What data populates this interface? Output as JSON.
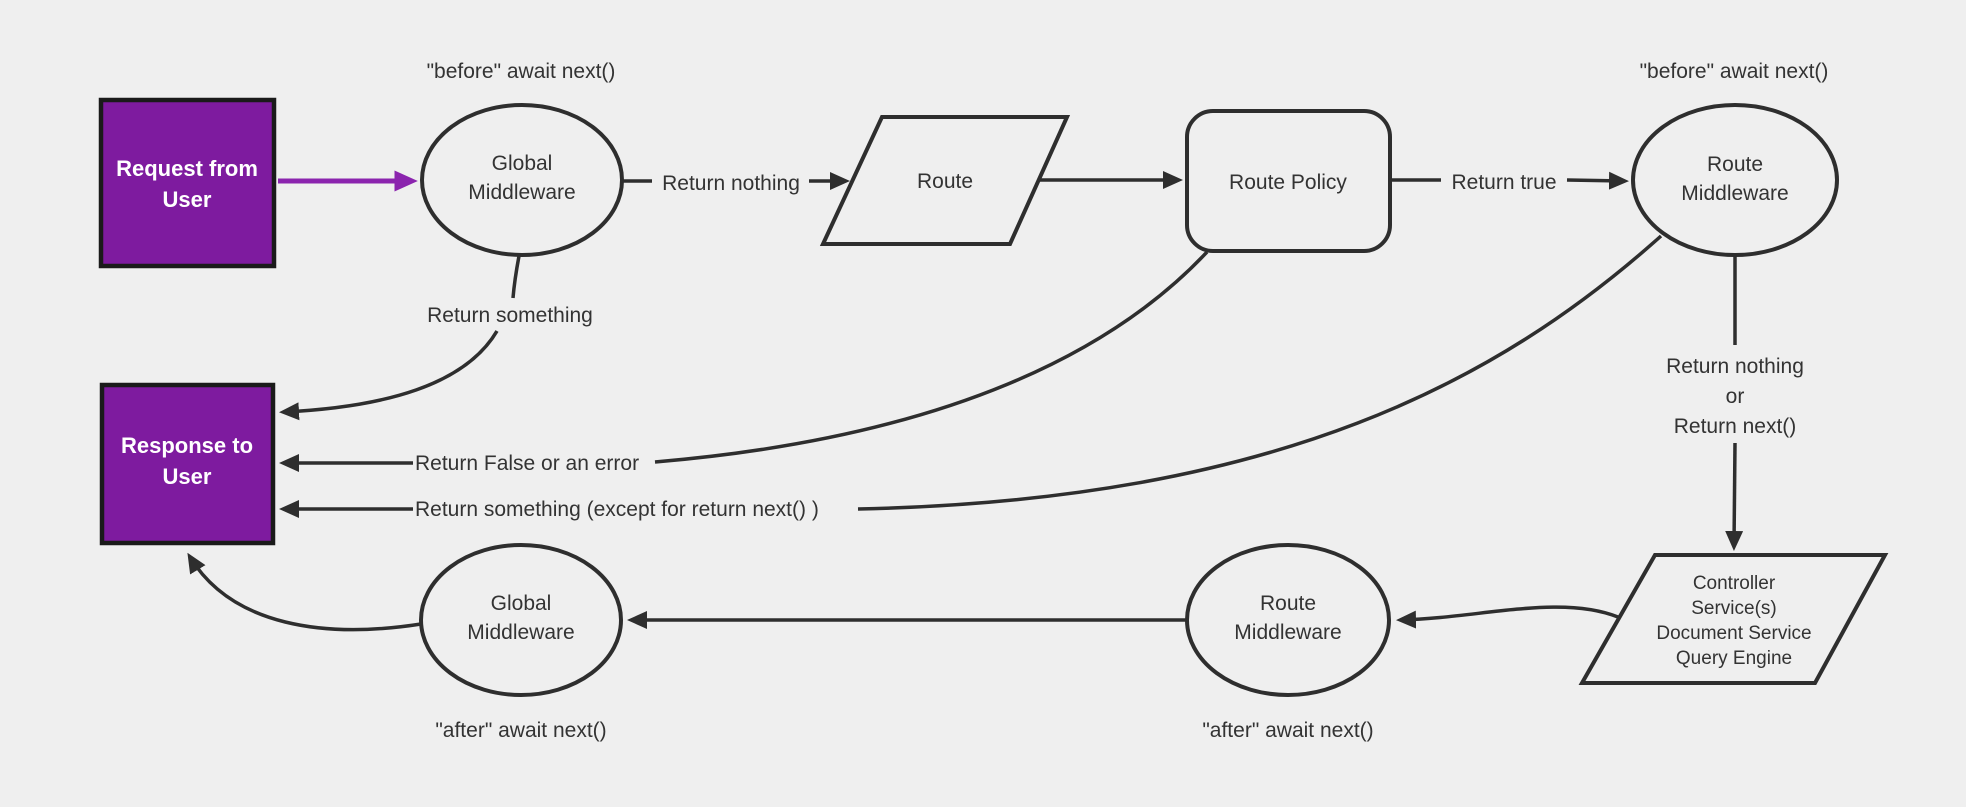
{
  "title": "Strapi middleware request lifecycle flowchart",
  "colors": {
    "background": "#efefef",
    "node_fill": "#efefef",
    "line": "#2e2e2e",
    "text": "#333333",
    "purple_fill": "#7e1b9f",
    "purple_border": "#1a1a1a",
    "purple_arrow": "#8b24ae",
    "box_text": "#ffffff"
  },
  "nodes": {
    "request": {
      "line1": "Request from",
      "line2": "User"
    },
    "global_middleware_top": {
      "line1": "Global",
      "line2": "Middleware"
    },
    "route": {
      "label": "Route"
    },
    "route_policy": {
      "label": "Route Policy"
    },
    "route_middleware_top": {
      "line1": "Route",
      "line2": "Middleware"
    },
    "response": {
      "line1": "Response to",
      "line2": "User"
    },
    "controller": {
      "line1": "Controller",
      "line2": "Service(s)",
      "line3": "Document Service",
      "line4": "Query Engine"
    },
    "route_middleware_bottom": {
      "line1": "Route",
      "line2": "Middleware"
    },
    "global_middleware_bottom": {
      "line1": "Global",
      "line2": "Middleware"
    }
  },
  "labels": {
    "before_await_1": "\"before\" await next()",
    "before_await_2": "\"before\" await next()",
    "return_nothing": "Return nothing",
    "return_true": "Return true",
    "return_something": "Return something",
    "return_false": "Return False or an error",
    "return_something_except": "Return something (except for return next() )",
    "return_nothing_or_line1": "Return nothing",
    "return_nothing_or_line2": "or",
    "return_nothing_or_line3": "Return next()",
    "after_await_1": "\"after\" await next()",
    "after_await_2": "\"after\" await next()"
  }
}
